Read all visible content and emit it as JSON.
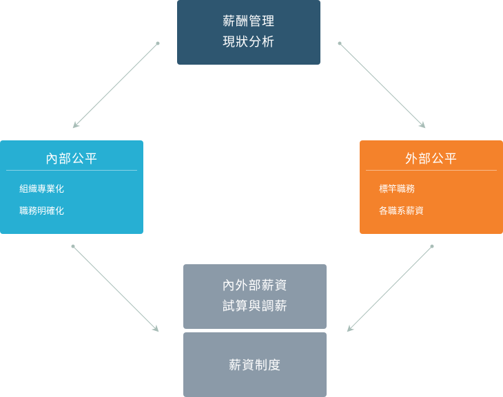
{
  "top_box": {
    "line1": "薪酬管理",
    "line2": "現狀分析"
  },
  "left_box": {
    "title": "內部公平",
    "items": [
      "組織專業化",
      "職務明確化"
    ]
  },
  "right_box": {
    "title": "外部公平",
    "items": [
      "標竿職務",
      "各職系薪資"
    ]
  },
  "middle_box": {
    "line1": "內外部薪資",
    "line2": "試算與調薪"
  },
  "bottom_box": {
    "label": "薪資制度"
  },
  "colors": {
    "top": "#2e5670",
    "left": "#27afd3",
    "right": "#f4822b",
    "middle": "#8b9aa8",
    "bottom": "#8b9aa8",
    "connector": "#a8bdb7"
  }
}
